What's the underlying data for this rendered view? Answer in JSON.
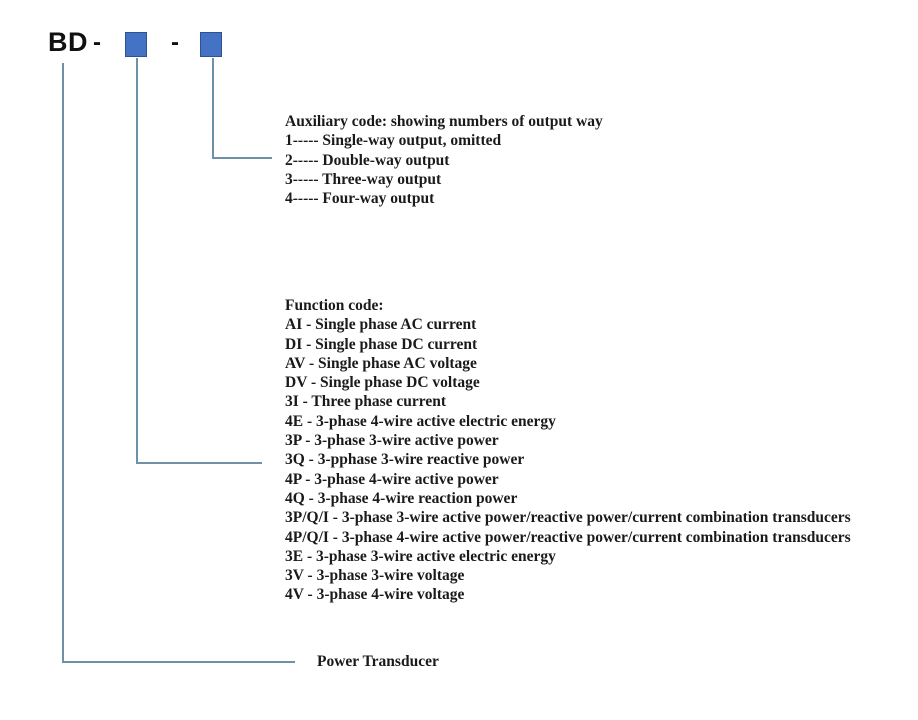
{
  "model": {
    "prefix": "BD",
    "separator1": "-",
    "separator2": "-"
  },
  "auxiliary": {
    "title": "Auxiliary code: showing numbers of output way",
    "items": [
      "1----- Single-way output, omitted",
      "2----- Double-way output",
      "3----- Three-way output",
      "4----- Four-way output"
    ]
  },
  "function": {
    "title": "Function code:",
    "items": [
      "AI - Single phase AC current",
      "DI - Single phase DC current",
      "AV - Single phase AC voltage",
      "DV - Single phase DC voltage",
      "3I - Three phase current",
      "4E - 3-phase 4-wire active electric energy",
      "3P - 3-phase 3-wire active power",
      "3Q - 3-pphase 3-wire reactive power",
      "4P - 3-phase 4-wire active power",
      "4Q - 3-phase 4-wire reaction power",
      "3P/Q/I - 3-phase 3-wire active power/reactive power/current combination transducers",
      "4P/Q/I - 3-phase 4-wire active power/reactive power/current combination transducers",
      "3E - 3-phase 3-wire active electric energy",
      "3V - 3-phase 3-wire voltage",
      "4V - 3-phase 4-wire voltage"
    ]
  },
  "base": {
    "label": "Power Transducer"
  },
  "colors": {
    "box_fill": "#4472C4",
    "box_border": "#2F528F",
    "connector_line": "#6d92a8",
    "text": "#1a1a1a"
  }
}
